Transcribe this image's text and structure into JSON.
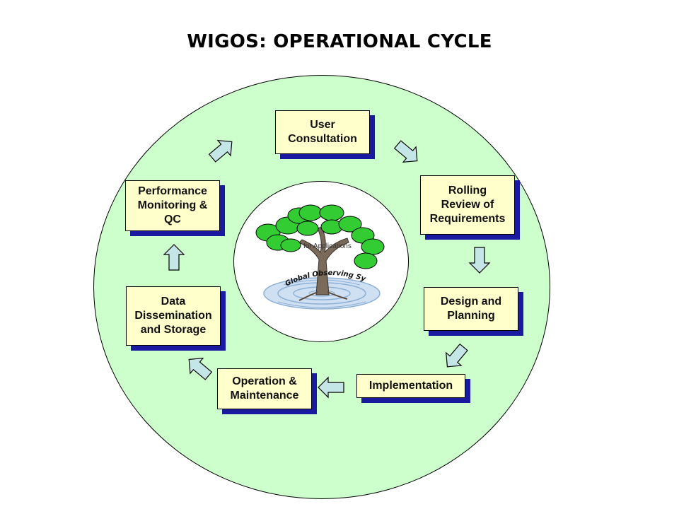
{
  "title": "WIGOS: OPERATIONAL CYCLE",
  "colors": {
    "ring_fill": "#ccffcc",
    "box_fill": "#ffffcc",
    "box_shadow": "#1a1aa0",
    "arrow_fill": "#c5e6e6",
    "tree_foliage": "#33cc33",
    "tree_trunk": "#7a6a5a",
    "water": "#a9c8e8"
  },
  "steps": [
    {
      "id": "user-consultation",
      "label": "User\nConsultation"
    },
    {
      "id": "rolling-review",
      "label": "Rolling\nReview of\nRequirements"
    },
    {
      "id": "design-planning",
      "label": "Design and\nPlanning"
    },
    {
      "id": "implementation",
      "label": "Implementation"
    },
    {
      "id": "operation-maintenance",
      "label": "Operation  &\nMaintenance"
    },
    {
      "id": "data-dissemination",
      "label": "Data\nDissemination\nand Storage"
    },
    {
      "id": "performance-monitoring",
      "label": "Performance\nMonitoring &\nQC"
    }
  ],
  "hub": {
    "icon": "tree-icon",
    "caption": "for Applications",
    "arc_text": "Global Observing Systems"
  }
}
